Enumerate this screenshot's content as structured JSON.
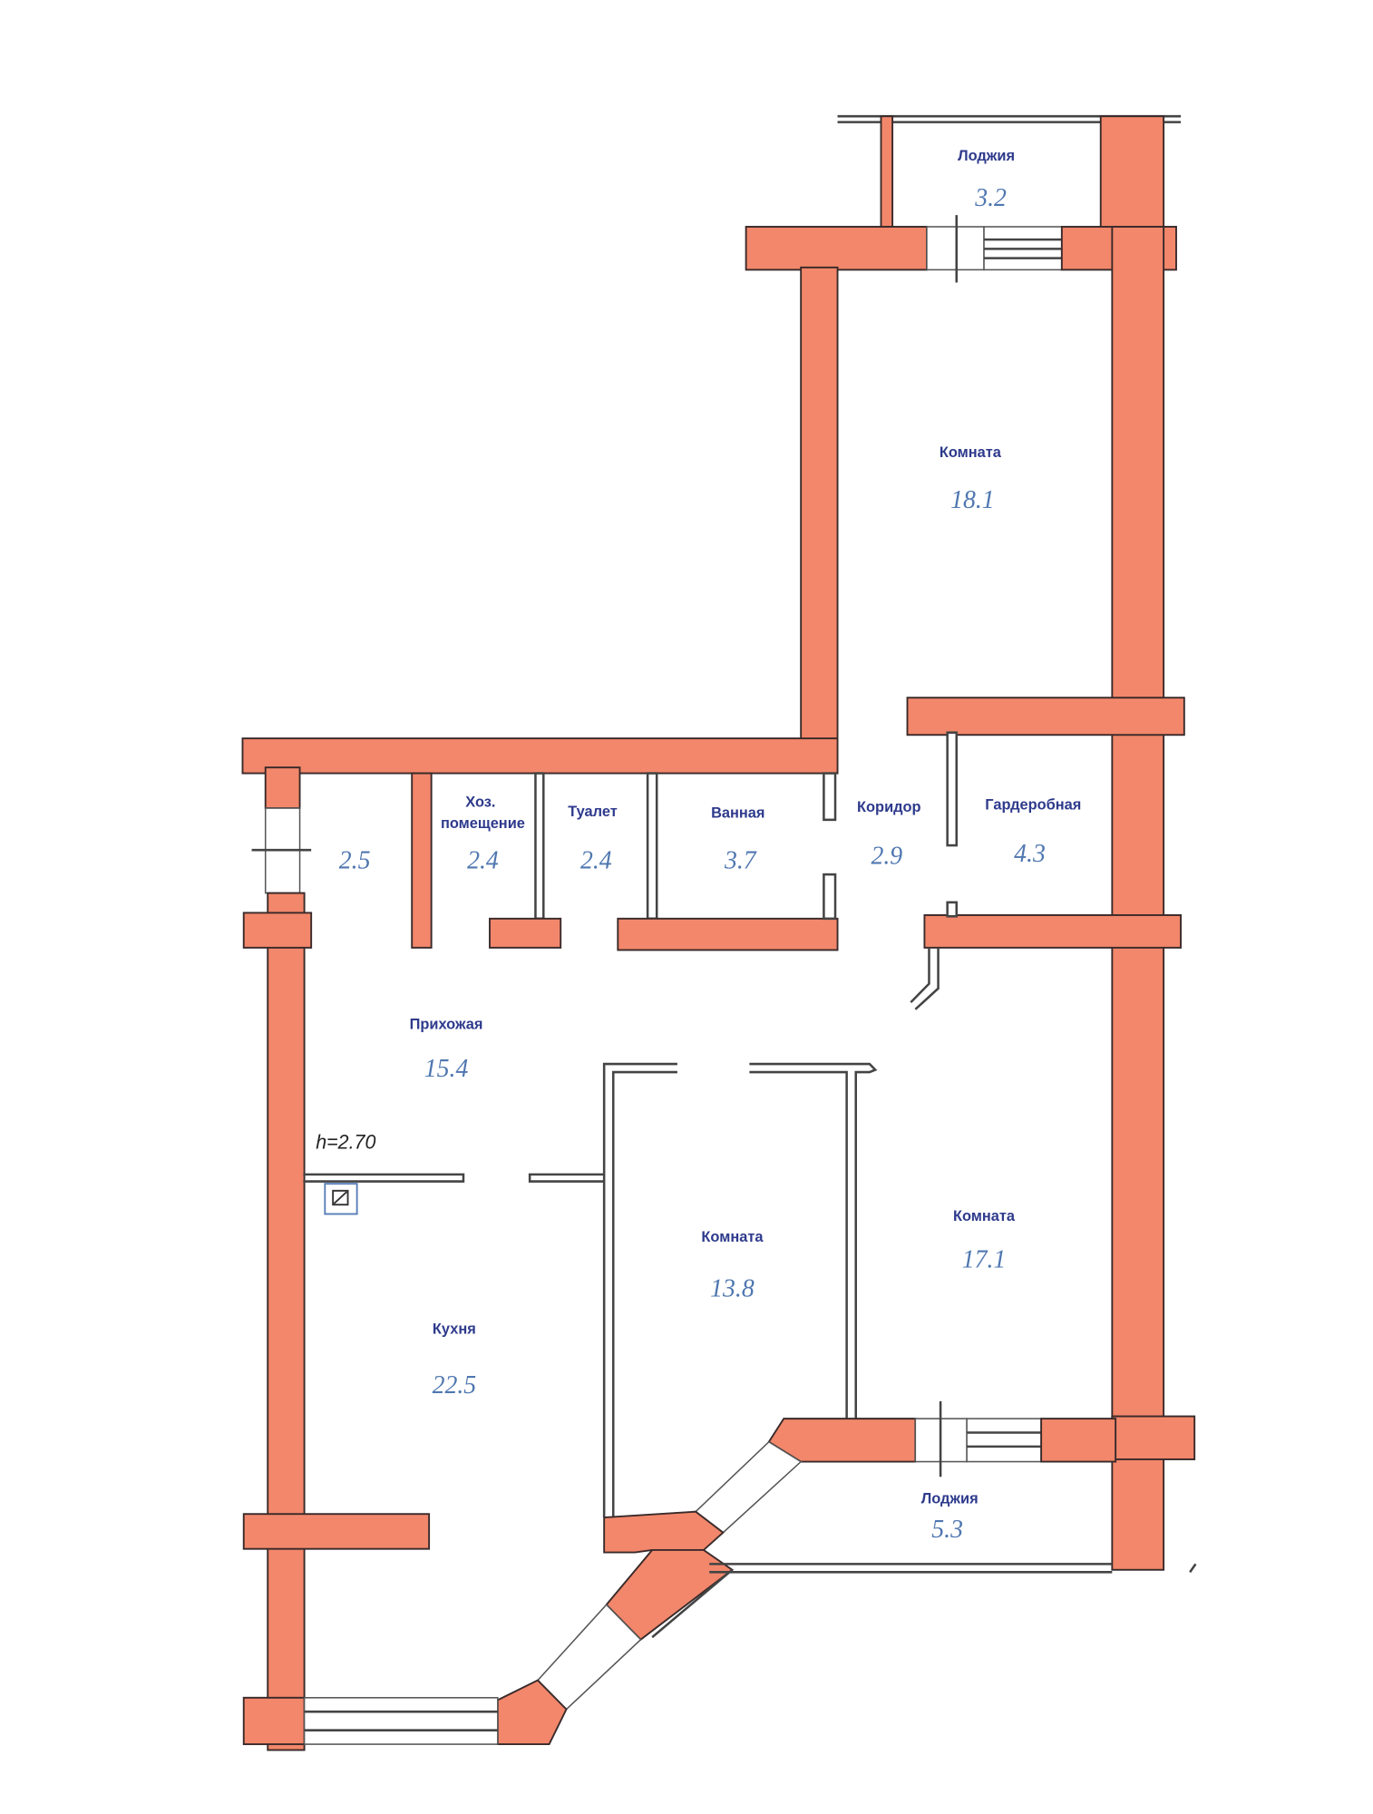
{
  "plan": {
    "ceiling_height": "h=2.70",
    "colors": {
      "wall": "#F2876B",
      "label": "#2e3a8c",
      "area": "#4f77b0"
    },
    "rooms": [
      {
        "name": "Лоджия",
        "area": "3.2"
      },
      {
        "name": "Комната",
        "area": "18.1"
      },
      {
        "name": "",
        "area": "2.5"
      },
      {
        "name": "Хоз.",
        "name2": "помещение",
        "area": "2.4"
      },
      {
        "name": "Туалет",
        "area": "2.4"
      },
      {
        "name": "Ванная",
        "area": "3.7"
      },
      {
        "name": "Коридор",
        "area": "2.9"
      },
      {
        "name": "Гардеробная",
        "area": "4.3"
      },
      {
        "name": "Прихожая",
        "area": "15.4"
      },
      {
        "name": "Комната",
        "area": "13.8"
      },
      {
        "name": "Комната",
        "area": "17.1"
      },
      {
        "name": "Кухня",
        "area": "22.5"
      },
      {
        "name": "Лоджия",
        "area": "5.3"
      }
    ]
  }
}
